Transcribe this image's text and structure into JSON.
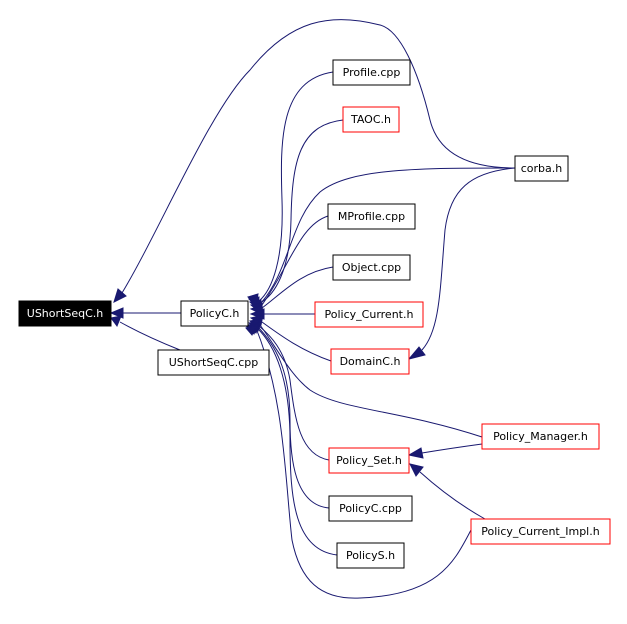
{
  "colors": {
    "edge": "#191970",
    "root_fill": "#000000",
    "root_text": "#ffffff",
    "node_border": "#000000",
    "linked_border": "#ff0000",
    "node_text": "#000000"
  },
  "nodes": {
    "ushortseqc_h": {
      "label": "UShortSeqC.h"
    },
    "policyc_h": {
      "label": "PolicyC.h"
    },
    "ushortseqc_cpp": {
      "label": "UShortSeqC.cpp"
    },
    "profile_cpp": {
      "label": "Profile.cpp"
    },
    "taoc_h": {
      "label": "TAOC.h"
    },
    "corba_h": {
      "label": "corba.h"
    },
    "mprofile_cpp": {
      "label": "MProfile.cpp"
    },
    "object_cpp": {
      "label": "Object.cpp"
    },
    "policy_current_h": {
      "label": "Policy_Current.h"
    },
    "domainc_h": {
      "label": "DomainC.h"
    },
    "policy_manager_h": {
      "label": "Policy_Manager.h"
    },
    "policy_set_h": {
      "label": "Policy_Set.h"
    },
    "policyc_cpp": {
      "label": "PolicyC.cpp"
    },
    "policy_current_impl_h": {
      "label": "Policy_Current_Impl.h"
    },
    "policys_h": {
      "label": "PolicyS.h"
    }
  }
}
